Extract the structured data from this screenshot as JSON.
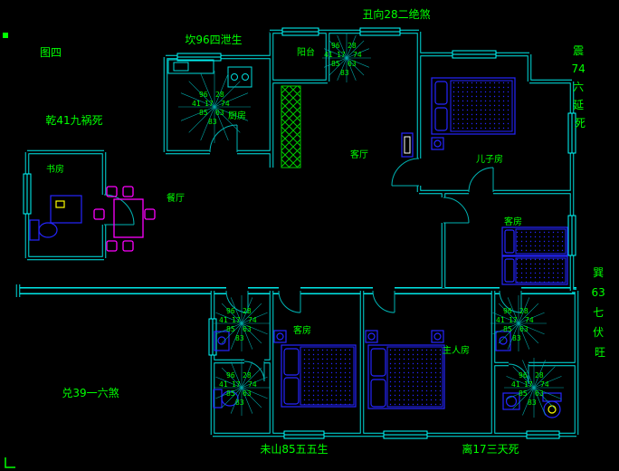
{
  "annotations": {
    "figure_label": "图四",
    "top_left": "坎96四泄生",
    "top_center": "丑向28二绝煞",
    "left": "乾41九祸死",
    "bottom_left": "兑39一六煞",
    "bottom_center": "未山85五五生",
    "bottom_right": "离17三天死",
    "right_top": [
      "震",
      "74",
      "六",
      "延",
      "死"
    ],
    "right_bottom": [
      "巽",
      "63",
      "七",
      "伏",
      "旺"
    ]
  },
  "rooms": {
    "kitchen": "厨房",
    "balcony": "阳台",
    "living": "客厅",
    "dining": "餐厅",
    "study": "书房",
    "son": "儿子房",
    "guest_right": "客房",
    "guest_bottom": "客房",
    "master": "主人房"
  },
  "fans": [
    {
      "numbers": [
        "96",
        "28",
        "41",
        "17",
        "74",
        "85",
        "63",
        "83"
      ]
    },
    {
      "numbers": [
        "96",
        "28",
        "41",
        "17",
        "74",
        "85",
        "63",
        "83"
      ]
    },
    {
      "numbers": [
        "96",
        "28",
        "41",
        "17",
        "74",
        "85",
        "63",
        "83"
      ]
    },
    {
      "numbers": [
        "96",
        "28",
        "41",
        "17",
        "74",
        "85",
        "63",
        "83"
      ]
    },
    {
      "numbers": [
        "96",
        "28",
        "41",
        "17",
        "74",
        "85",
        "63",
        "83"
      ]
    },
    {
      "numbers": [
        "96",
        "28",
        "41",
        "17",
        "74",
        "85",
        "63",
        "83"
      ]
    }
  ],
  "colors": {
    "background": "#000000",
    "walls": "#00ffff",
    "text": "#00ff00",
    "furniture": "#2525ff",
    "dining_set": "#ff00ff",
    "accent": "#ffff00"
  }
}
